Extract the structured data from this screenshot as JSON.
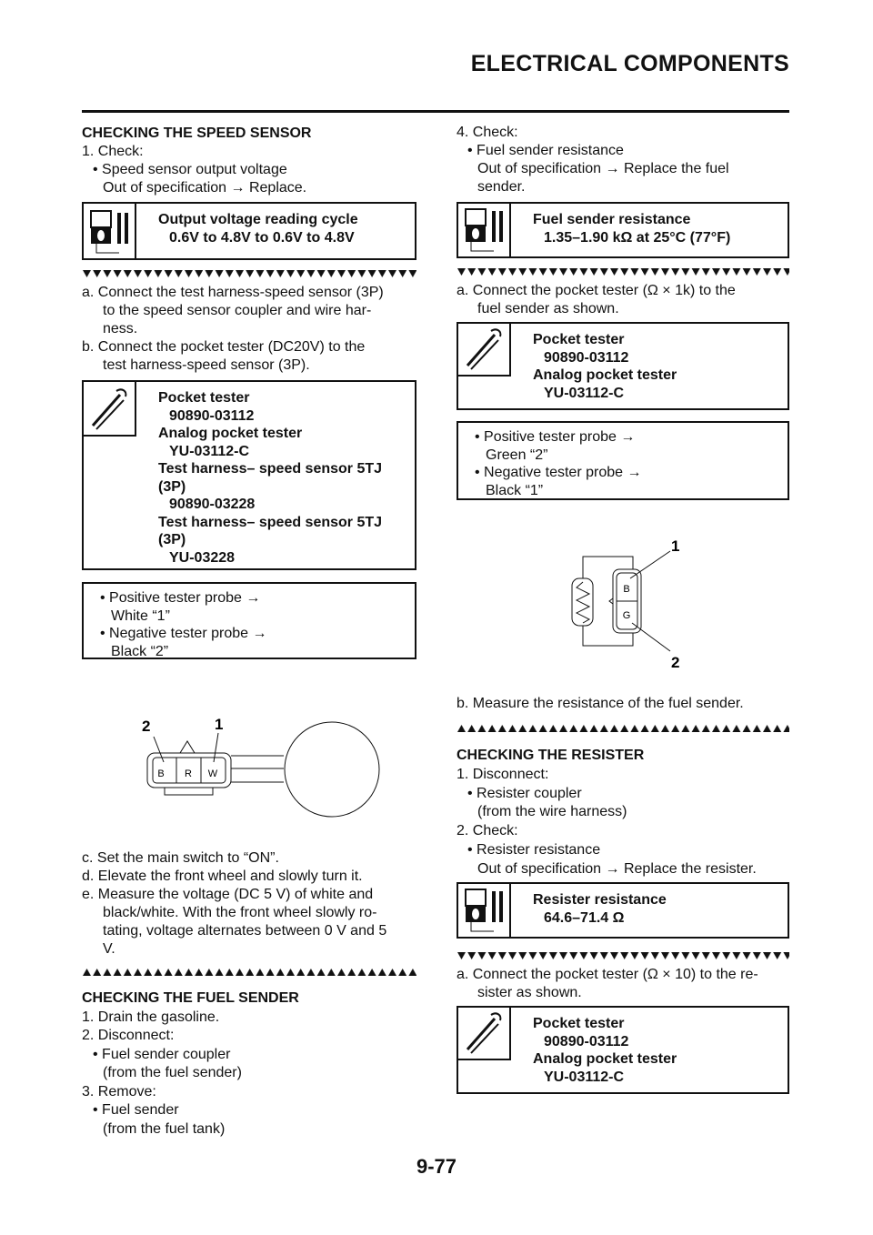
{
  "header": {
    "title": "ELECTRICAL COMPONENTS"
  },
  "page_number": "9-77",
  "speed_sensor": {
    "heading": "CHECKING THE SPEED SENSOR",
    "step1": "1. Check:",
    "step1_item": "• Speed sensor output voltage",
    "step1_action": "Out of specification → Replace.",
    "spec_title": "Output voltage reading cycle",
    "spec_value": "0.6V to 4.8V to 0.6V to 4.8V",
    "a1": "a. Connect the test harness-speed sensor (3P)",
    "a2": "to the speed sensor coupler and wire har-",
    "a3": "ness.",
    "b1": "b. Connect the pocket tester (DC20V) to the",
    "b2": "test harness-speed sensor (3P).",
    "tools": [
      "Pocket tester",
      "90890-03112",
      "Analog pocket tester",
      "YU-03112-C",
      "Test harness– speed sensor 5TJ",
      "(3P)",
      "90890-03228",
      "Test harness– speed sensor 5TJ",
      "(3P)",
      "YU-03228"
    ],
    "probes": [
      "• Positive tester probe →",
      "White “1”",
      "• Negative tester probe →",
      "Black “2”"
    ],
    "diagram": {
      "label1": "1",
      "label2": "2",
      "pins": [
        "B",
        "R",
        "W"
      ]
    },
    "c": "c. Set the main switch to “ON”.",
    "d": "d. Elevate the front wheel and slowly turn it.",
    "e1": "e. Measure the voltage (DC 5 V) of white and",
    "e2": "black/white. With the front wheel slowly ro-",
    "e3": "tating, voltage alternates between 0 V and 5",
    "e4": "V."
  },
  "fuel_sender": {
    "heading": "CHECKING THE FUEL SENDER",
    "s1": "1. Drain the gasoline.",
    "s2": "2. Disconnect:",
    "s2_item": "• Fuel sender coupler",
    "s2_note": "(from the fuel sender)",
    "s3": "3. Remove:",
    "s3_item": "• Fuel sender",
    "s3_note": "(from the fuel tank)",
    "s4": "4. Check:",
    "s4_item": "• Fuel sender resistance",
    "s4_action1": "Out of specification → Replace the fuel",
    "s4_action2": "sender.",
    "spec_title": "Fuel sender resistance",
    "spec_value": "1.35–1.90 kΩ at 25°C (77°F)",
    "a1": "a. Connect the pocket tester (Ω × 1k) to the",
    "a2": "fuel sender as shown.",
    "tools": [
      "Pocket tester",
      "90890-03112",
      "Analog pocket tester",
      "YU-03112-C"
    ],
    "probes": [
      "• Positive tester probe →",
      "Green “2”",
      "• Negative tester probe →",
      "Black “1”"
    ],
    "diagram": {
      "label1": "1",
      "label2": "2",
      "pins": [
        "B",
        "G"
      ]
    },
    "b": "b. Measure the resistance of the fuel sender."
  },
  "resister": {
    "heading": "CHECKING THE RESISTER",
    "s1": "1. Disconnect:",
    "s1_item": "• Resister coupler",
    "s1_note": "(from the wire harness)",
    "s2": "2. Check:",
    "s2_item": "• Resister resistance",
    "s2_action": "Out of specification → Replace the resister.",
    "spec_title": "Resister resistance",
    "spec_value": "64.6–71.4 Ω",
    "a1": "a. Connect the pocket tester (Ω × 10) to the re-",
    "a2": "sister as shown.",
    "tools": [
      "Pocket tester",
      "90890-03112",
      "Analog pocket tester",
      "YU-03112-C"
    ]
  }
}
